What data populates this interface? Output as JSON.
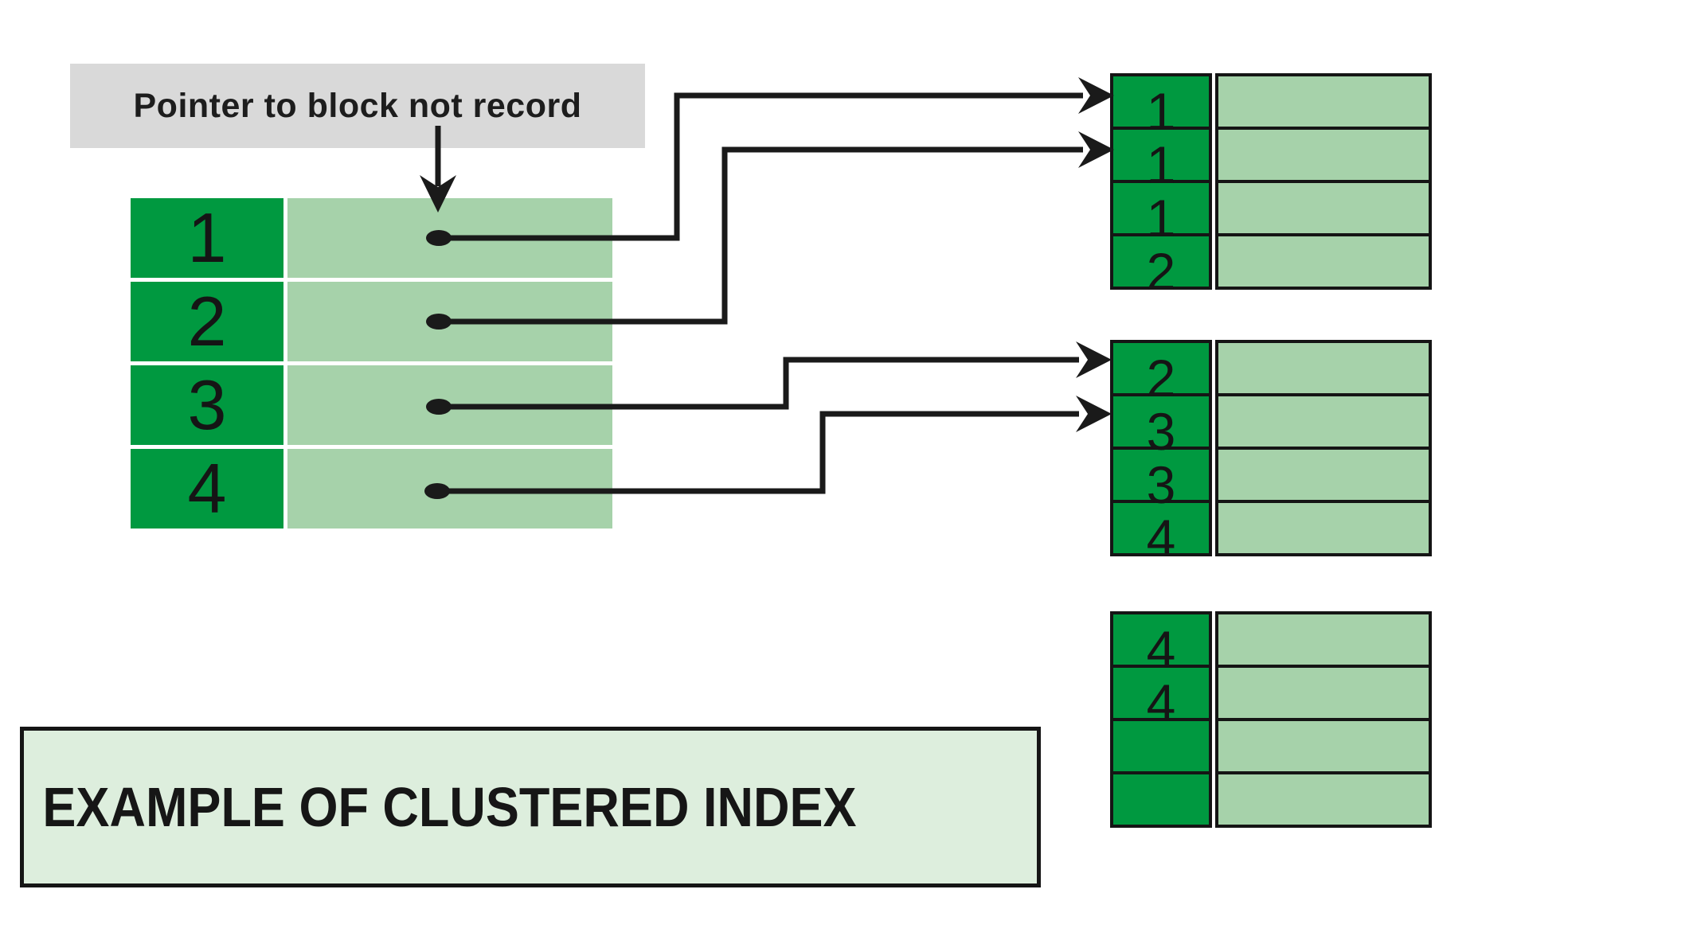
{
  "note": {
    "text": "Pointer to block not record"
  },
  "caption": {
    "text": "EXAMPLE OF CLUSTERED INDEX"
  },
  "index_table": {
    "description": "clustered index, one entry per key with pointer dot to a data block",
    "keys": [
      "1",
      "2",
      "3",
      "4"
    ]
  },
  "blocks": [
    {
      "name": "data-block-1",
      "keys": [
        "1",
        "1",
        "1",
        "2"
      ]
    },
    {
      "name": "data-block-2",
      "keys": [
        "2",
        "3",
        "3",
        "4"
      ]
    },
    {
      "name": "data-block-3",
      "keys": [
        "4",
        "4",
        "",
        ""
      ]
    }
  ],
  "colors": {
    "key_cell_green": "#009940",
    "record_cell_green": "#a6d2aa",
    "caption_bg_green": "#ddeedd",
    "note_bg_gray": "#d9d9d9",
    "line_black": "#1a1a1a"
  }
}
